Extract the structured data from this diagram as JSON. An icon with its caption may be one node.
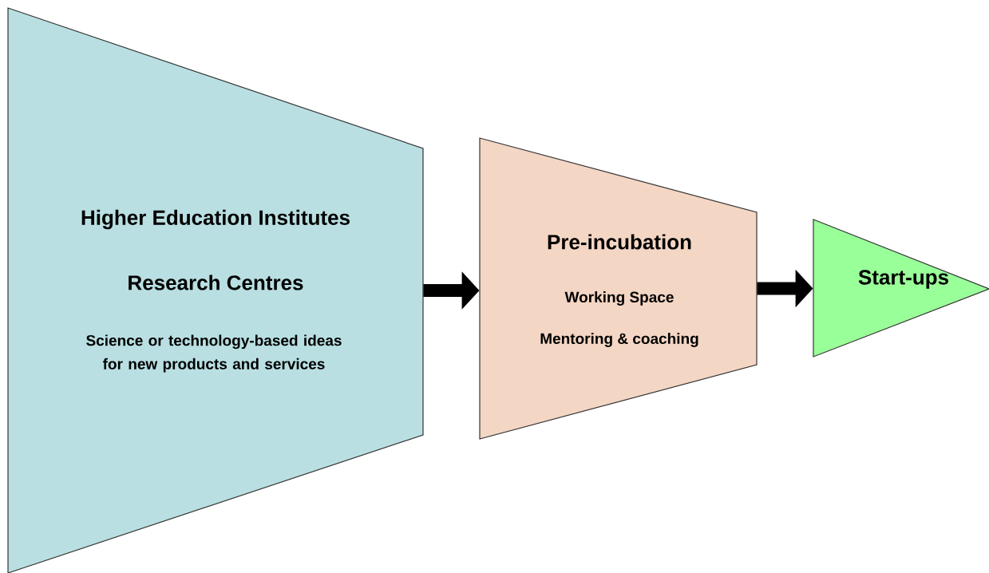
{
  "diagram": {
    "nodes": [
      {
        "text": [
          "Higher Education Institutes",
          "Research Centres",
          "Science or technology-based ideas for new products and services"
        ]
      },
      {
        "text": [
          "Pre-incubation",
          "Working Space",
          "Mentoring & coaching"
        ]
      },
      {
        "text": [
          "Start-ups"
        ]
      }
    ],
    "edges": [
      {
        "from": 0,
        "to": 1,
        "arrow": "to"
      },
      {
        "from": 1,
        "to": 2,
        "arrow": "to"
      }
    ]
  }
}
